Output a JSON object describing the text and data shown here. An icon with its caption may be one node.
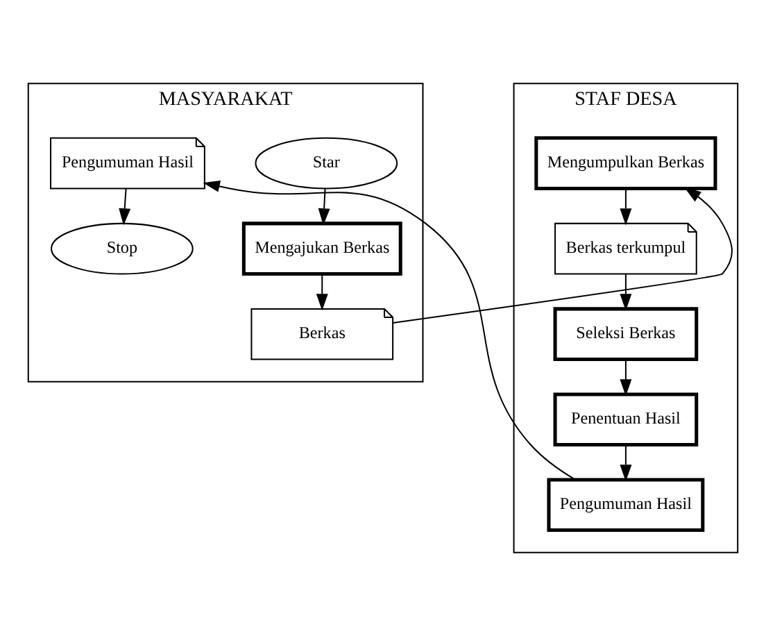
{
  "diagram": {
    "nodes": [
      {
        "text": [
          "MASYARAKAT"
        ]
      },
      {
        "text": [
          "STAF DESA"
        ]
      },
      {
        "text": [
          "Star"
        ],
        "in": 0
      },
      {
        "text": [
          "Mengajukan Berkas"
        ],
        "in": 0
      },
      {
        "text": [
          "Berkas"
        ],
        "in": 0
      },
      {
        "text": [
          "Pengumuman Hasil"
        ],
        "in": 0
      },
      {
        "text": [
          "Stop"
        ],
        "in": 0
      },
      {
        "text": [
          "Mengumpulkan Berkas"
        ],
        "in": 1
      },
      {
        "text": [
          "Berkas terkumpul"
        ],
        "in": 1
      },
      {
        "text": [
          "Seleksi Berkas"
        ],
        "in": 1
      },
      {
        "text": [
          "Penentuan Hasil"
        ],
        "in": 1
      },
      {
        "text": [
          "Pengumuman Hasil"
        ],
        "in": 1
      }
    ],
    "edges": [
      {
        "from": 2,
        "to": 3,
        "arrow": "to"
      },
      {
        "from": 3,
        "to": 4,
        "arrow": "to"
      },
      {
        "from": 4,
        "to": 7,
        "arrow": "to"
      },
      {
        "from": 7,
        "to": 8,
        "arrow": "to"
      },
      {
        "from": 8,
        "to": 9,
        "arrow": "to"
      },
      {
        "from": 9,
        "to": 10,
        "arrow": "to"
      },
      {
        "from": 10,
        "to": 11,
        "arrow": "to"
      },
      {
        "from": 11,
        "to": 5,
        "arrow": "to"
      },
      {
        "from": 5,
        "to": 6,
        "arrow": "to"
      }
    ]
  }
}
